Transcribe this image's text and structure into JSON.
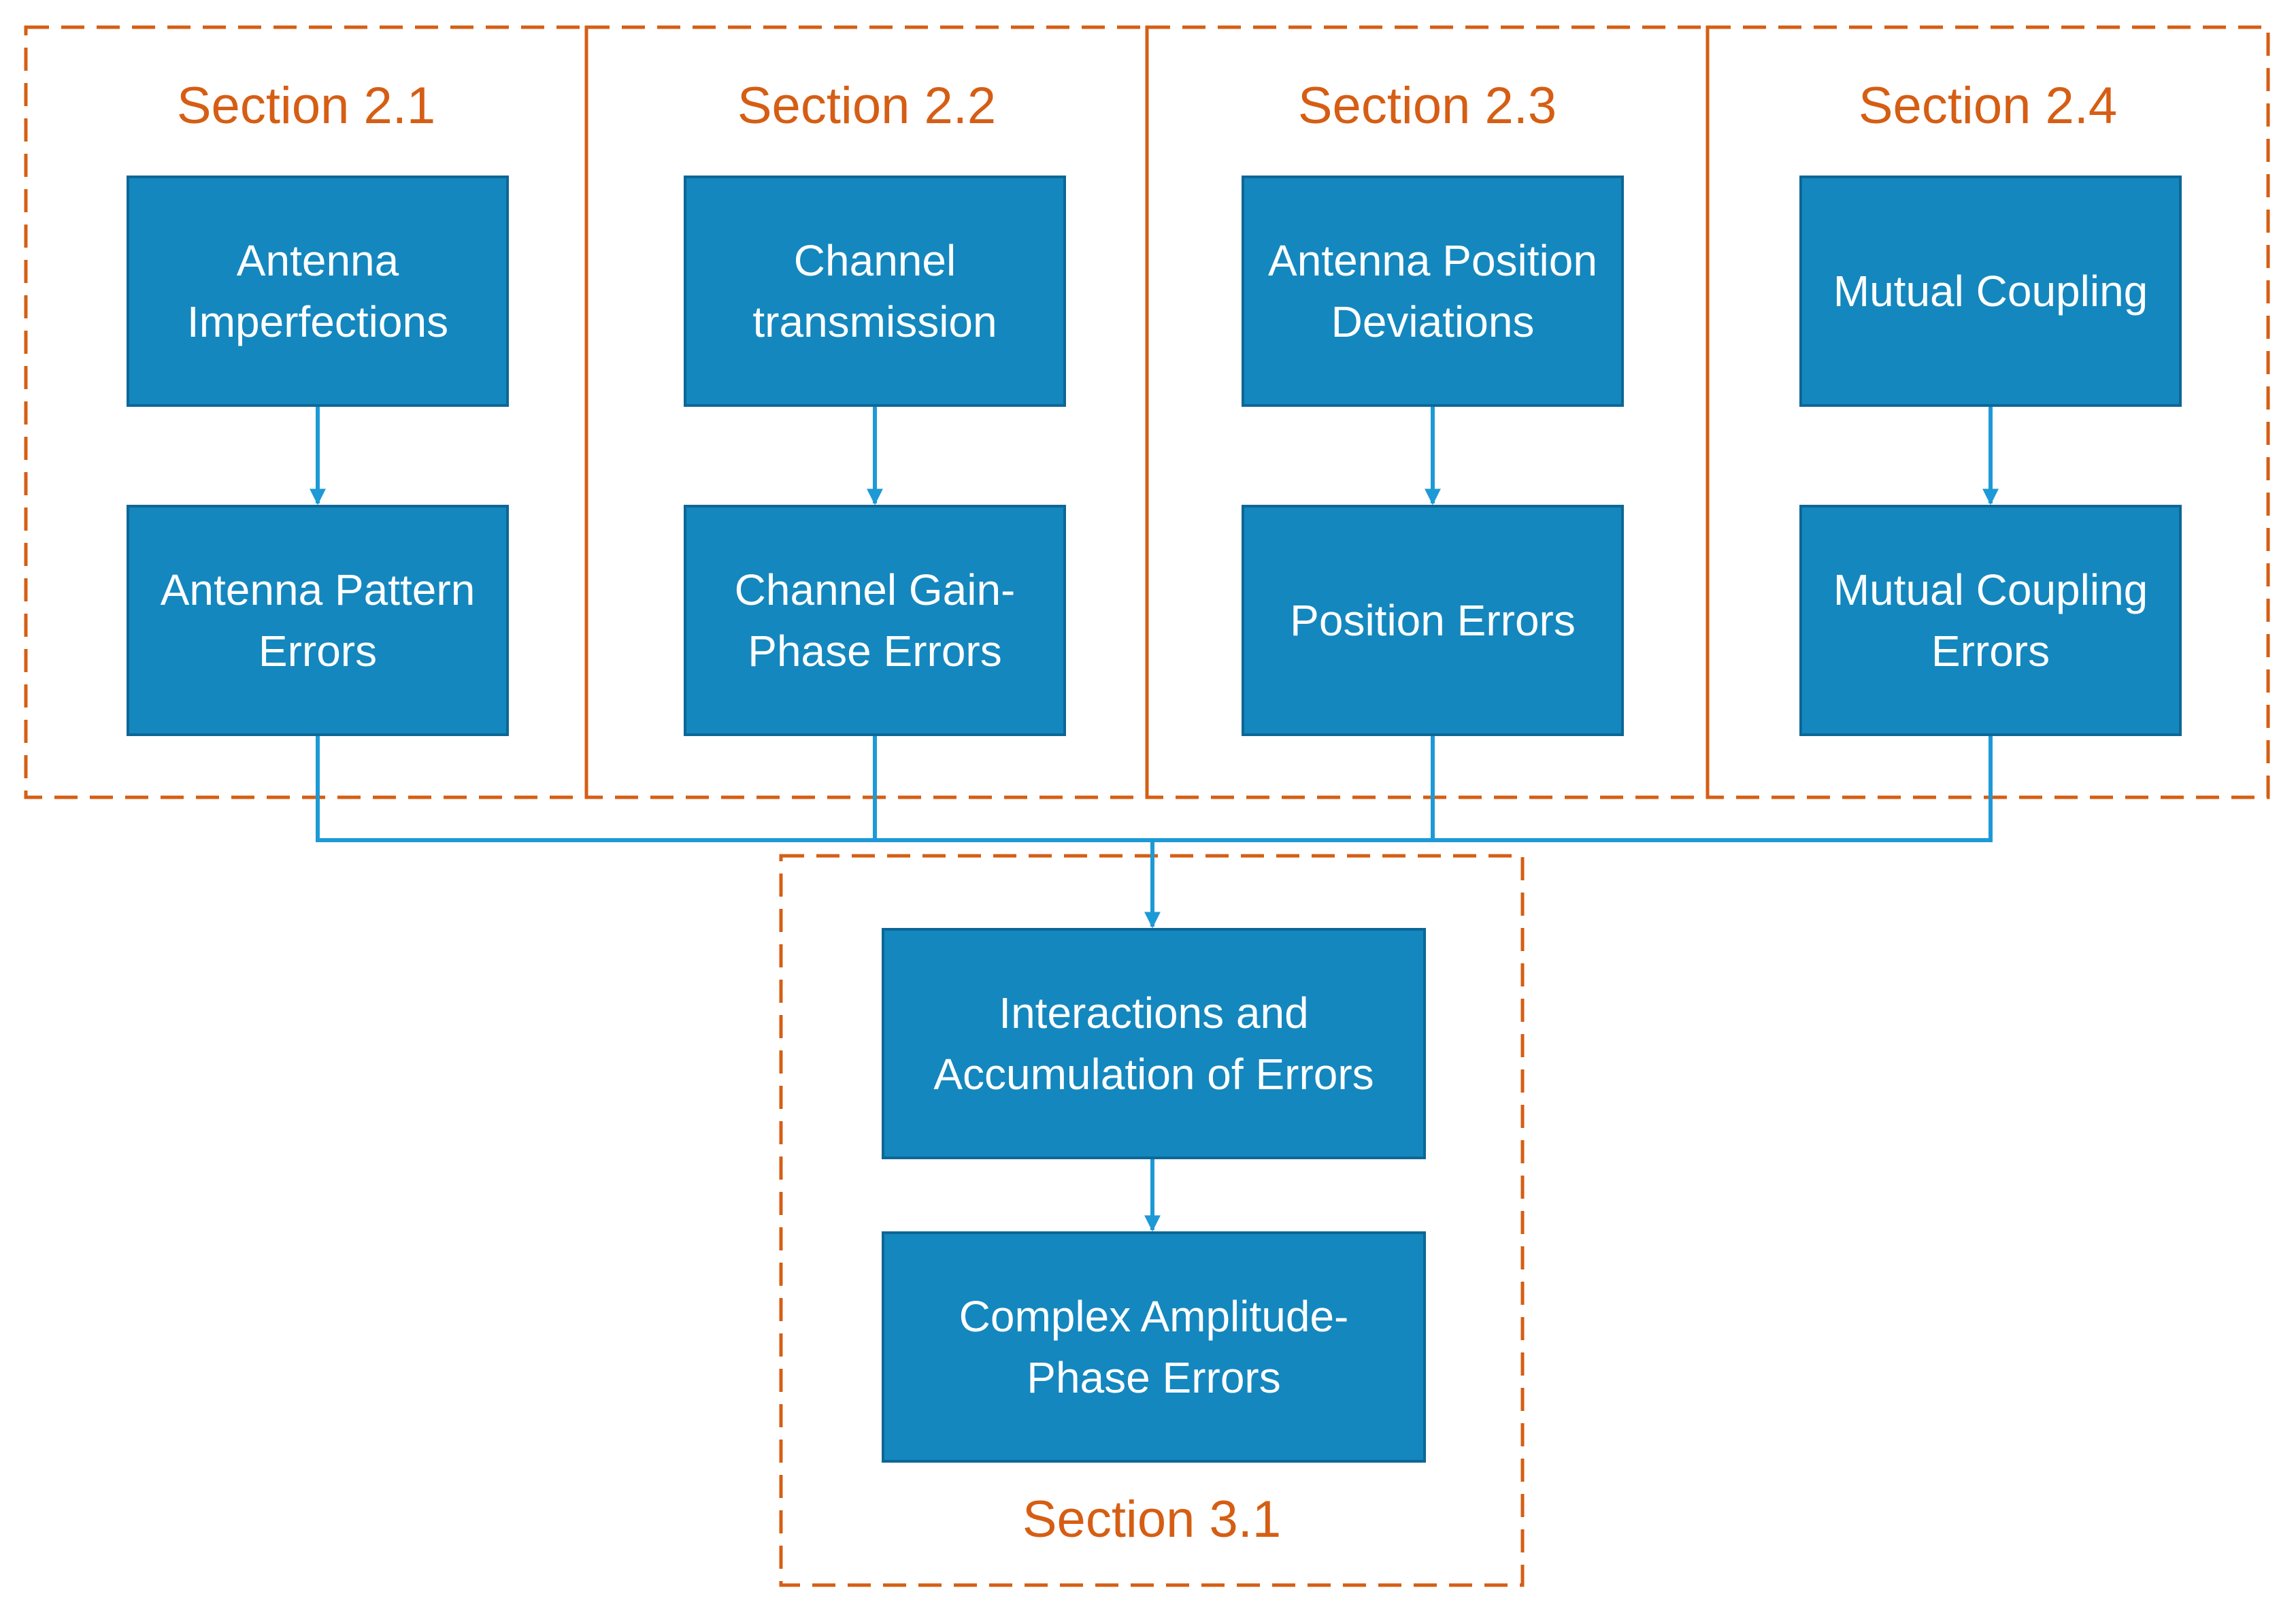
{
  "colors": {
    "node_fill": "#1487BE",
    "node_border": "#0D6796",
    "connector": "#1D9AD6",
    "section_border": "#D55E14",
    "section_label": "#D55E14"
  },
  "sections": {
    "s21": {
      "label": "Section 2.1"
    },
    "s22": {
      "label": "Section 2.2"
    },
    "s23": {
      "label": "Section 2.3"
    },
    "s24": {
      "label": "Section 2.4"
    },
    "s31": {
      "label": "Section 3.1"
    }
  },
  "nodes": {
    "antenna_imperfections": "Antenna\nImperfections",
    "antenna_pattern_errors": "Antenna Pattern\nErrors",
    "channel_transmission": "Channel\ntransmission",
    "channel_gain_phase_errors": "Channel Gain-\nPhase Errors",
    "antenna_position_deviations": "Antenna Position\nDeviations",
    "position_errors": "Position Errors",
    "mutual_coupling": "Mutual Coupling",
    "mutual_coupling_errors": "Mutual Coupling\nErrors",
    "interactions_accumulation": "Interactions and\nAccumulation of Errors",
    "complex_amplitude_phase_errors": "Complex Amplitude-\nPhase Errors"
  }
}
